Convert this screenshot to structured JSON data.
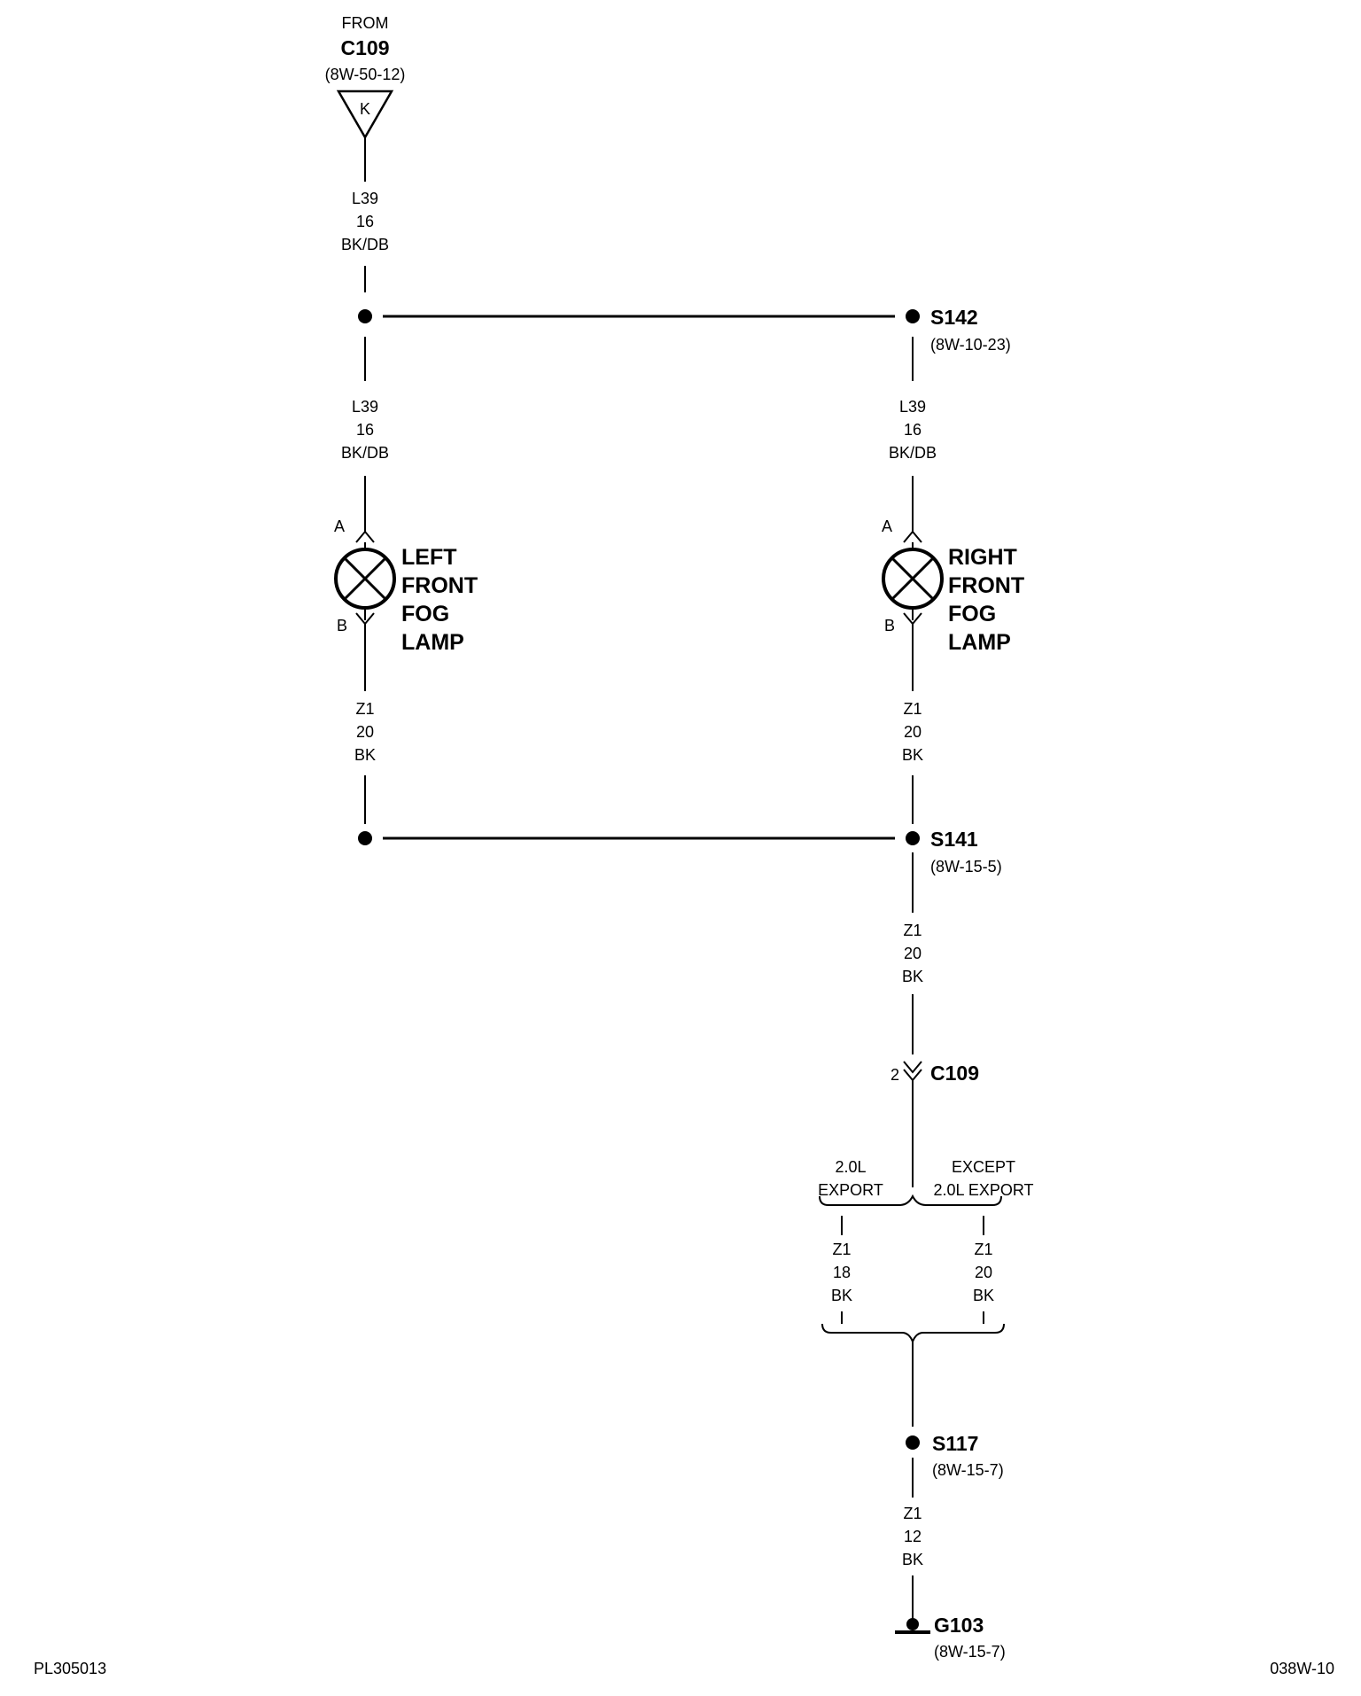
{
  "source": {
    "from": "FROM",
    "connector": "C109",
    "ref": "(8W-50-12)",
    "pin": "K"
  },
  "wire_l39": {
    "circuit": "L39",
    "gauge": "16",
    "color": "BK/DB"
  },
  "wire_z1_20": {
    "circuit": "Z1",
    "gauge": "20",
    "color": "BK"
  },
  "wire_z1_18": {
    "circuit": "Z1",
    "gauge": "18",
    "color": "BK"
  },
  "wire_z1_12": {
    "circuit": "Z1",
    "gauge": "12",
    "color": "BK"
  },
  "splice_s142": {
    "name": "S142",
    "ref": "(8W-10-23)"
  },
  "splice_s141": {
    "name": "S141",
    "ref": "(8W-15-5)"
  },
  "splice_s117": {
    "name": "S117",
    "ref": "(8W-15-7)"
  },
  "ground_g103": {
    "name": "G103",
    "ref": "(8W-15-7)"
  },
  "left_lamp": {
    "lines": [
      "LEFT",
      "FRONT",
      "FOG",
      "LAMP"
    ],
    "pin_a": "A",
    "pin_b": "B"
  },
  "right_lamp": {
    "lines": [
      "RIGHT",
      "FRONT",
      "FOG",
      "LAMP"
    ],
    "pin_a": "A",
    "pin_b": "B"
  },
  "connector_c109": {
    "name": "C109",
    "pin": "2"
  },
  "option_left": {
    "line1": "2.0L",
    "line2": "EXPORT"
  },
  "option_right": {
    "line1": "EXCEPT",
    "line2": "2.0L EXPORT"
  },
  "footer": {
    "left_code": "PL305013",
    "right_code": "038W-10"
  }
}
